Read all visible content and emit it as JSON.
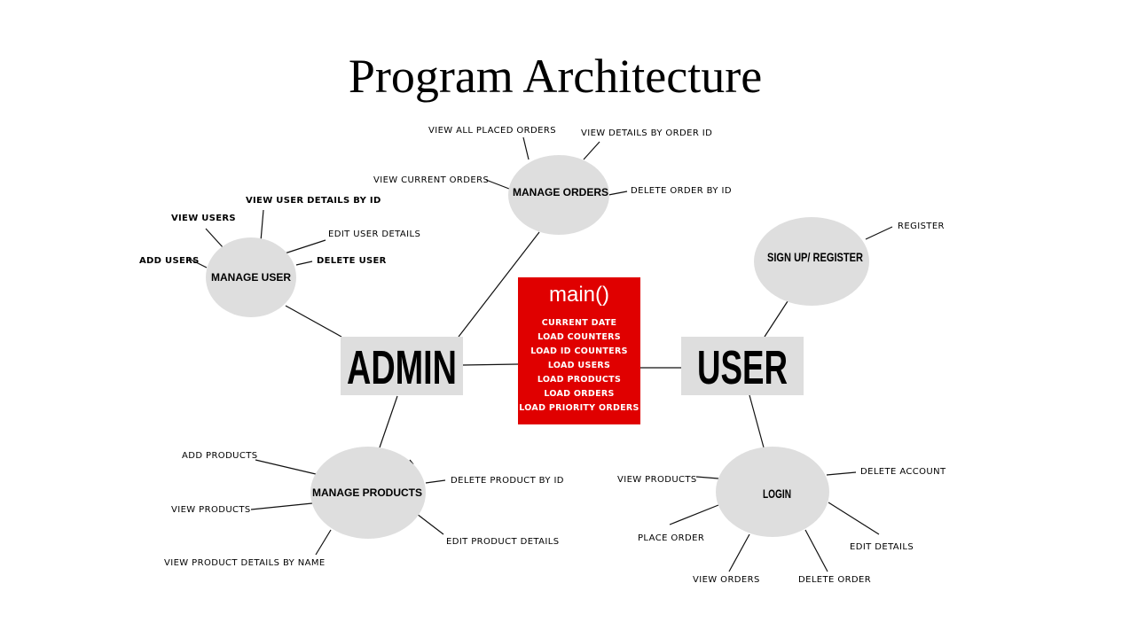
{
  "title": "Program Architecture",
  "colors": {
    "node_fill": "#dedede",
    "main_fill": "#e00000",
    "main_text": "#ffffff"
  },
  "admin": {
    "label": "ADMIN"
  },
  "user": {
    "label": "USER"
  },
  "main": {
    "title": "main()",
    "items": [
      "CURRENT DATE",
      "LOAD COUNTERS",
      "LOAD ID COUNTERS",
      "LOAD USERS",
      "LOAD PRODUCTS",
      "LOAD ORDERS",
      "LOAD PRIORITY ORDERS"
    ]
  },
  "manage_user": {
    "label": "MANAGE USER",
    "leaves": {
      "add": "ADD USERS",
      "view": "VIEW USERS",
      "view_by_id": "VIEW USER DETAILS BY ID",
      "edit": "EDIT USER DETAILS",
      "delete": "DELETE USER"
    }
  },
  "manage_orders": {
    "label": "MANAGE ORDERS",
    "leaves": {
      "view_all": "VIEW ALL PLACED ORDERS",
      "view_by_id": "VIEW DETAILS BY ORDER ID",
      "view_current": "VIEW CURRENT ORDERS",
      "delete_by_id": "DELETE ORDER BY ID"
    }
  },
  "manage_products": {
    "label": "MANAGE PRODUCTS",
    "leaves": {
      "add": "ADD PRODUCTS",
      "view": "VIEW PRODUCTS",
      "view_by_name": "VIEW PRODUCT DETAILS BY NAME",
      "delete_by_id": "DELETE PRODUCT BY ID",
      "edit": "EDIT PRODUCT DETAILS"
    }
  },
  "signup": {
    "label": "SIGN UP/ REGISTER",
    "leaves": {
      "register": "REGISTER"
    }
  },
  "login": {
    "label": "LOGIN",
    "leaves": {
      "view_products": "VIEW PRODUCTS",
      "place_order": "PLACE ORDER",
      "view_orders": "VIEW ORDERS",
      "delete_order": "DELETE ORDER",
      "edit_details": "EDIT DETAILS",
      "delete_account": "DELETE ACCOUNT"
    }
  }
}
